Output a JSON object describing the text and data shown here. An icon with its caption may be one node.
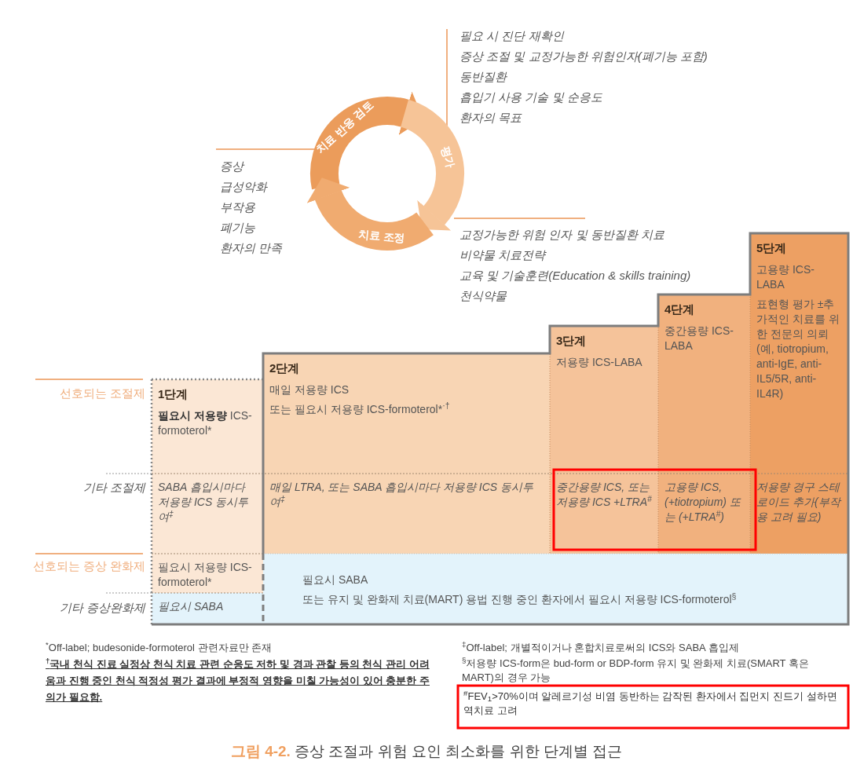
{
  "diagram": {
    "caption": "**그림 4-2.** 증상 조절과 위험 요인 최소화를 위한 단계별 접근",
    "nodes": [
      {
        "text": [
          "치료 반응 검토"
        ]
      },
      {
        "text": [
          "평가"
        ]
      },
      {
        "text": [
          "치료 조정"
        ]
      },
      {
        "text": [
          "1단계",
          "**필요시 저용량** ICS-formoterol*"
        ]
      },
      {
        "text": [
          "2단계",
          "매일 저용량 ICS",
          "또는 필요시 저용량 ICS-formoterol*$^{·†}$"
        ]
      },
      {
        "text": [
          "3단계",
          "저용량 ICS-LABA"
        ]
      },
      {
        "text": [
          "4단계",
          "중간용량 ICS-LABA"
        ]
      },
      {
        "text": [
          "5단계",
          "고용량 ICS-LABA",
          "표현형 평가 ±추가적인 치료를 위한 전문의 의뢰 (예, tiotropium, anti-IgE, anti-IL5/5R, anti-IL4R)"
        ]
      },
      {
        "text": [
          "SABA 흡입시마다 저용량 ICS 동시투여$^{‡}$"
        ]
      },
      {
        "text": [
          "매일 LTRA, 또는 SABA 흡입시마다 저용량 ICS 동시투여$^{‡}$"
        ]
      },
      {
        "text": [
          "중간용량 ICS, 또는 저용량 ICS +LTRA$^{#}$"
        ]
      },
      {
        "text": [
          "고용량 ICS, (+tiotropium) 또는 (+LTRA$^{#}$)"
        ]
      },
      {
        "text": [
          "저용량 경구 스테로이드 추가(부작용 고려 필요)"
        ]
      },
      {
        "text": [
          "필요시 저용량 ICS-formoterol*"
        ]
      },
      {
        "text": [
          "필요시 SABA"
        ]
      },
      {
        "text": [
          "필요시 SABA",
          "또는 유지 및 완화제 치료(MART) 용법 진행 중인 환자에서 필요시 저용량 ICS-formoterol$^{§}$"
        ]
      }
    ],
    "edges": [
      {
        "from": 2,
        "to": 1,
        "arrow": "to"
      },
      {
        "from": 0,
        "to": 2,
        "arrow": "to"
      },
      {
        "from": 1,
        "to": 0,
        "arrow": "to"
      }
    ],
    "labels": [
      "선호되는 조절제",
      "기타 조절제",
      "선호되는 증상 완화제",
      "기타 증상완화제",
      "증상",
      "급성악화",
      "부작용",
      "폐기능",
      "환자의 만족",
      "필요 시 진단 재확인",
      "증상 조절 및 교정가능한 위험인자(폐기능 포함)",
      "동반질환",
      "흡입기 사용 기술 및 순응도",
      "환자의 목표",
      "교정가능한 위험 인자 및 동반질환 치료",
      "비약물 치료전략",
      "교육 및 기술훈련(Education & skills training)",
      "천식약물",
      "$^{*}$Off-label; budesonide-formoterol 관련자료만 존재",
      "$^{†}$국내 천식 진료 실정상 천식 치료 관련 순응도 저하 및 경과 관찰 등의 천식 관리 어려움과 진행 중인 천식 적정성 평가 결과에 부정적 영향을 미칠 가능성이 있어 충분한 주의가 필요함.",
      "$^{‡}$Off-label; 개별적이거나 혼합치료로써의 ICS와 SABA 흡입제",
      "$^{§}$저용량 ICS-form은 bud-form or BDP-form 유지 및 완화제 치료(SMART 혹은 MART)의 경우 가능",
      "$^{#}$FEV$_{1}$>70%이며 알레르기성 비염 동반하는 감작된 환자에서 집먼지 진드기 설하면역치료 고려"
    ]
  }
}
